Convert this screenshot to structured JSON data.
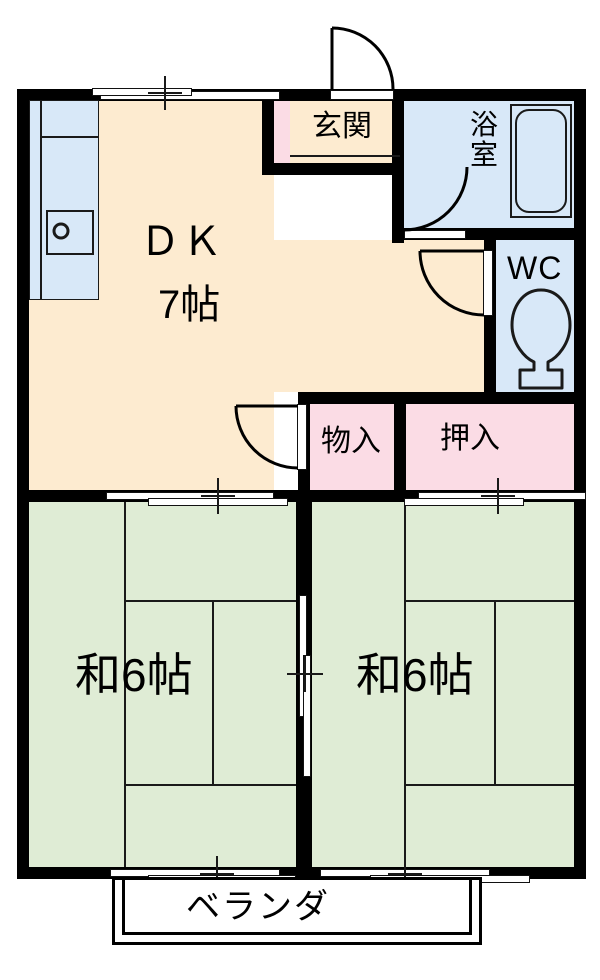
{
  "plan": {
    "type": "japanese-apartment-floorplan",
    "layout_name": "2DK",
    "rooms": [
      {
        "key": "dk",
        "label_line1": "ＤＫ",
        "label_line2": "7帖",
        "fill": "#fdebd0"
      },
      {
        "key": "washitsu_left",
        "label": "和6帖",
        "fill": "#dfecd5"
      },
      {
        "key": "washitsu_right",
        "label": "和6帖",
        "fill": "#dfecd5"
      },
      {
        "key": "genkan",
        "label": "玄関",
        "fill": "#fdebd0"
      },
      {
        "key": "yokushitsu",
        "label": "浴室",
        "fill": "#d8e8f8"
      },
      {
        "key": "wc",
        "label": "WC",
        "fill": "#d8e8f8"
      },
      {
        "key": "monoire",
        "label": "物入",
        "fill": "#fbdce5"
      },
      {
        "key": "oshiire",
        "label": "押入",
        "fill": "#fbdce5"
      },
      {
        "key": "veranda",
        "label": "ベランダ",
        "fill": "#ffffff"
      }
    ],
    "colors": {
      "wall": "#000000",
      "dk_floor": "#fdebd0",
      "tatami_floor": "#dfecd5",
      "water_area": "#d8e8f8",
      "closet": "#fbdce5",
      "background": "#ffffff",
      "line": "#1a1a1a"
    },
    "fixtures": [
      {
        "name": "kitchen-sink",
        "location": "dk-left-wall"
      },
      {
        "name": "bathtub",
        "location": "yokushitsu-right"
      },
      {
        "name": "toilet",
        "location": "wc"
      }
    ]
  }
}
